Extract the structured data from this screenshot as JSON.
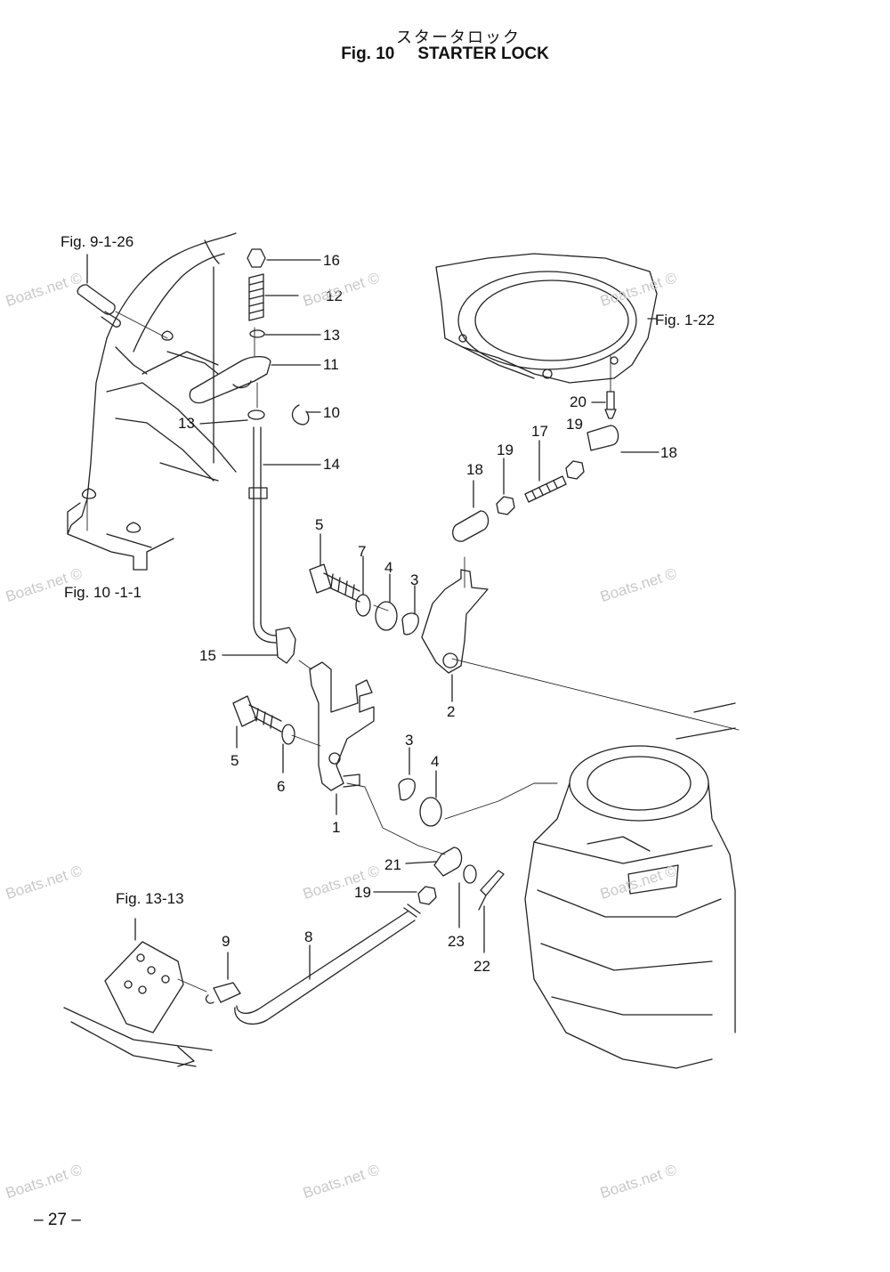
{
  "header": {
    "title_jp": "スタータロック",
    "fig_number": "Fig. 10",
    "fig_title": "STARTER LOCK"
  },
  "references": {
    "fig_9_1_26": "Fig. 9-1-26",
    "fig_1_22": "Fig. 1-22",
    "fig_10_1_1": "Fig. 10 -1-1",
    "fig_13_13": "Fig. 13-13"
  },
  "callouts": {
    "p16": "16",
    "p12": "12",
    "p13a": "13",
    "p11": "11",
    "p13b": "13",
    "p10": "10",
    "p14": "14",
    "p15": "15",
    "p5a": "5",
    "p7": "7",
    "p4a": "4",
    "p3a": "3",
    "p18a": "18",
    "p19a": "19",
    "p17": "17",
    "p19b": "19",
    "p18b": "18",
    "p20": "20",
    "p2": "2",
    "p5b": "5",
    "p6": "6",
    "p1": "1",
    "p3b": "3",
    "p4b": "4",
    "p21": "21",
    "p19c": "19",
    "p23": "23",
    "p22": "22",
    "p9": "9",
    "p8": "8"
  },
  "watermark": "Boats.net ©",
  "footer": {
    "page_number": "– 27 –"
  }
}
